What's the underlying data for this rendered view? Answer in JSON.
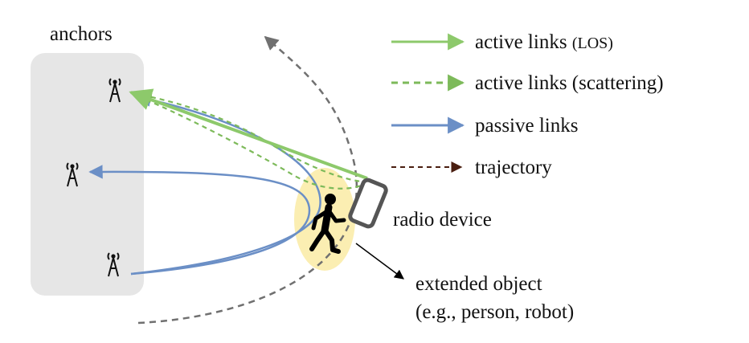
{
  "labels": {
    "anchors": "anchors",
    "radio_device": "radio device",
    "extended_object_line1": "extended object",
    "extended_object_line2": "(e.g., person, robot)"
  },
  "legend": {
    "active_los_prefix": "active links ",
    "active_los_suffix": "(LOS)",
    "active_scattering": "active links (scattering)",
    "passive": "passive links",
    "trajectory": "trajectory"
  },
  "colors": {
    "active": "#8dc96b",
    "active_dashed": "#7dba5a",
    "passive": "#6b8fc6",
    "trajectory_legend": "#4a1e10",
    "trajectory_curve": "#707070",
    "anchor_box": "#e6e6e6",
    "object_ellipse": "#fbeeb2",
    "phone": "#555555",
    "person": "#000000",
    "pointer": "#000000"
  },
  "icons": {
    "anchor": "antenna-tower-icon",
    "phone": "smartphone-icon",
    "person": "walking-person-icon"
  }
}
